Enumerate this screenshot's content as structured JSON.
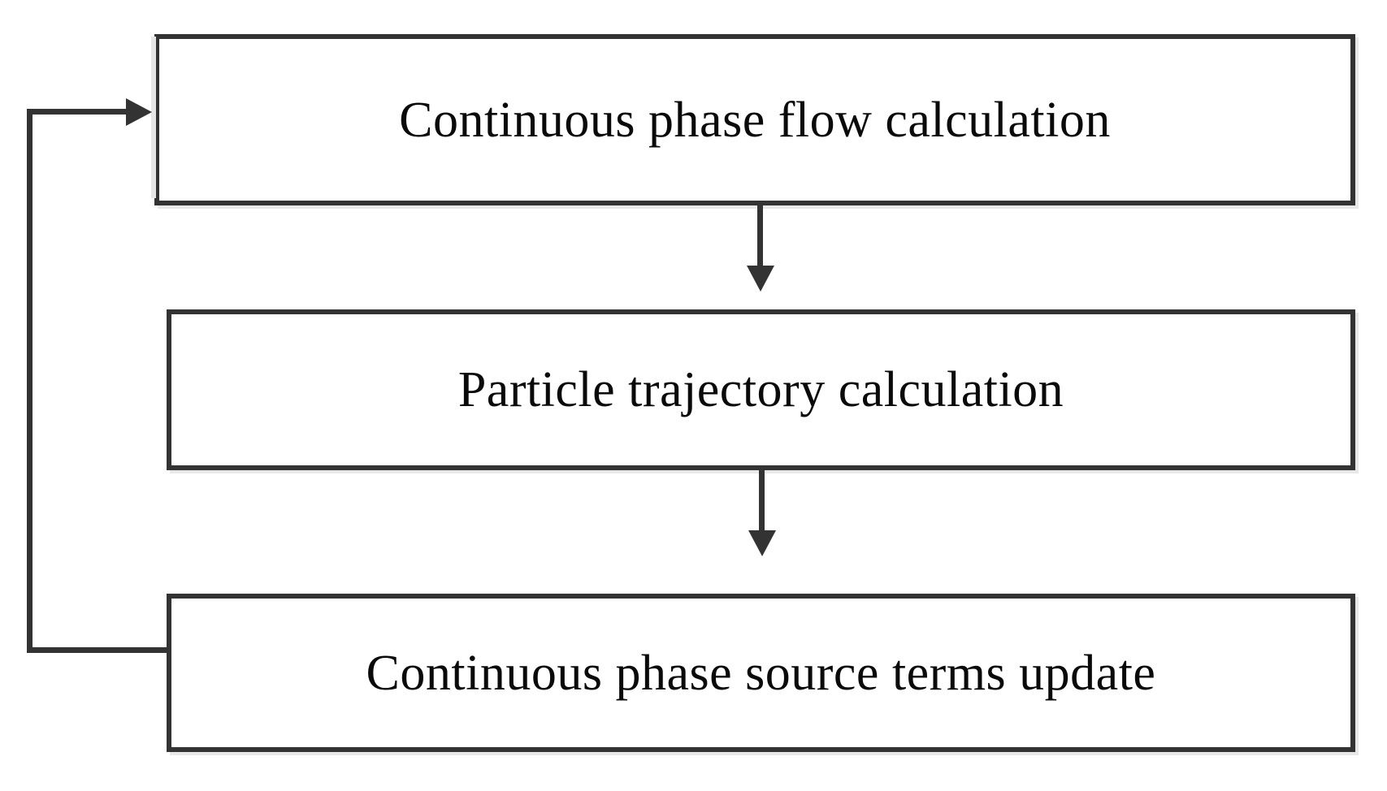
{
  "diagram": {
    "type": "flowchart",
    "orientation": "vertical",
    "title": "",
    "style": {
      "border_color": "#333333",
      "fill_color": "#ffffff",
      "text_color": "#0a0a0a",
      "shadow_color": "#e8e8e8",
      "connector_color": "#333333"
    },
    "nodes": [
      {
        "id": "flow",
        "label": "Continuous phase flow calculation",
        "shape": "rectangle",
        "order": 1
      },
      {
        "id": "traj",
        "label": "Particle trajectory calculation",
        "shape": "rectangle",
        "order": 2
      },
      {
        "id": "source",
        "label": "Continuous phase source terms update",
        "shape": "rectangle",
        "order": 3
      }
    ],
    "edges": [
      {
        "id": "conn1",
        "from": "flow",
        "to": "traj",
        "label": "",
        "kind": "straight-down",
        "arrowhead": "down"
      },
      {
        "id": "conn2",
        "from": "traj",
        "to": "source",
        "label": "",
        "kind": "straight-down",
        "arrowhead": "down"
      },
      {
        "id": "feedback",
        "from": "source",
        "to": "flow",
        "label": "",
        "kind": "orthogonal-loop-left",
        "arrowhead": "right"
      }
    ]
  }
}
